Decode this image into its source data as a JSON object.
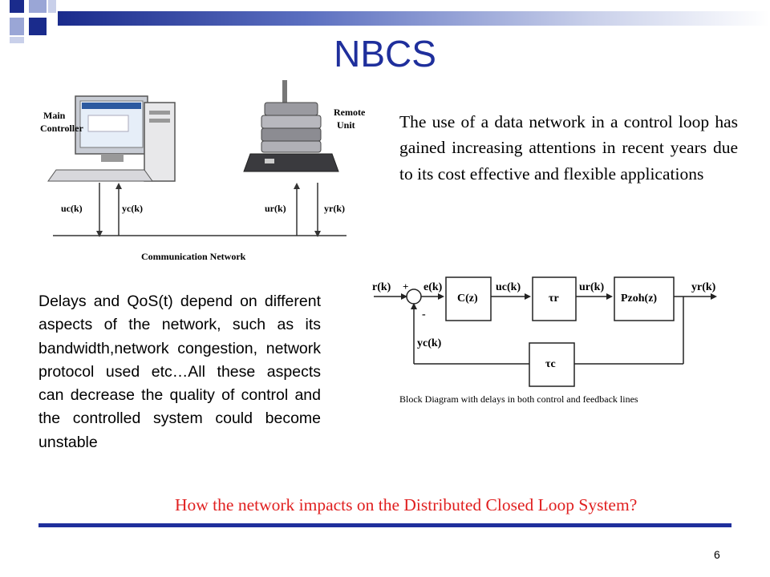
{
  "slide": {
    "title": "NBCS",
    "paragraph_top": "The use of a data network in a control loop has gained increasing attentions in recent years due to its cost effective and flexible applications",
    "paragraph_bottom": "Delays and QoS(t) depend on different aspects of the network, such as its bandwidth,network congestion, network protocol used etc…All these aspects can decrease the quality of control and the controlled system could become unstable",
    "question": "How the network impacts on the Distributed Closed Loop System?",
    "page_number": "6",
    "accent_color": "#1f2f9c",
    "question_color": "#e02020"
  },
  "network_figure": {
    "main_controller": [
      "Main",
      "Controller"
    ],
    "remote_unit": [
      "Remote",
      "Unit"
    ],
    "signal_uc": "uc(k)",
    "signal_yc": "yc(k)",
    "signal_ur": "ur(k)",
    "signal_yr": "yr(k)",
    "network_label": "Communication Network"
  },
  "block_diagram": {
    "input": "r(k)",
    "plus": "+",
    "minus": "-",
    "error": "e(k)",
    "controller": "C(z)",
    "uc": "uc(k)",
    "delay_r": "τr",
    "ur": "ur(k)",
    "plant": "Pzoh(z)",
    "output": "yr(k)",
    "feedback_signal": "yc(k)",
    "delay_c": "τc",
    "caption": "Block Diagram with delays in both control and feedback lines"
  }
}
